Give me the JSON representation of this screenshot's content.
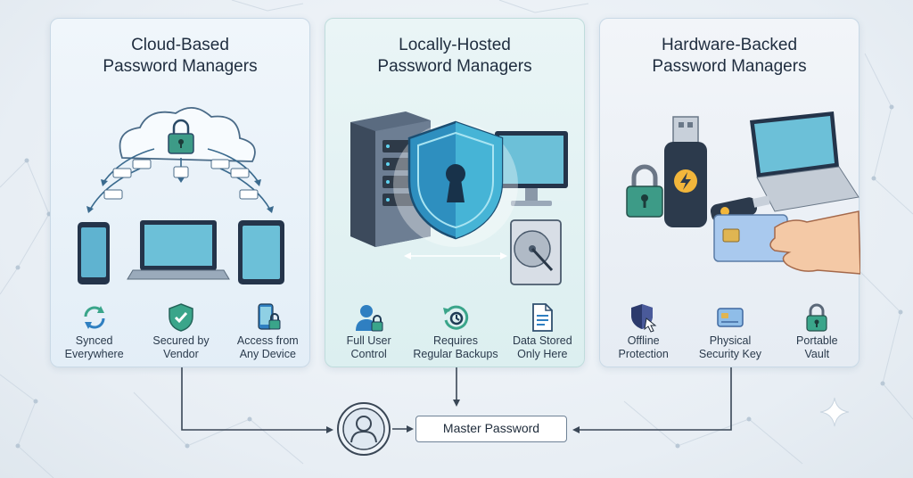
{
  "panels": [
    {
      "title_line1": "Cloud-Based",
      "title_line2": "Password Managers",
      "features": [
        {
          "icon": "sync-icon",
          "line1": "Synced",
          "line2": "Everywhere"
        },
        {
          "icon": "shield-check-icon",
          "line1": "Secured by",
          "line2": "Vendor"
        },
        {
          "icon": "phone-lock-icon",
          "line1": "Access from",
          "line2": "Any Device"
        }
      ]
    },
    {
      "title_line1": "Locally-Hosted",
      "title_line2": "Password Managers",
      "features": [
        {
          "icon": "user-lock-icon",
          "line1": "Full User",
          "line2": "Control"
        },
        {
          "icon": "backup-icon",
          "line1": "Requires",
          "line2": "Regular Backups"
        },
        {
          "icon": "document-icon",
          "line1": "Data Stored",
          "line2": "Only Here"
        }
      ]
    },
    {
      "title_line1": "Hardware-Backed",
      "title_line2": "Password Managers",
      "features": [
        {
          "icon": "offline-shield-icon",
          "line1": "Offline",
          "line2": "Protection"
        },
        {
          "icon": "security-card-icon",
          "line1": "Physical",
          "line2": "Security Key"
        },
        {
          "icon": "padlock-icon",
          "line1": "Portable",
          "line2": "Vault"
        }
      ]
    }
  ],
  "master_password": "Master Password",
  "colors": {
    "accent_blue": "#2f7fc1",
    "accent_teal": "#3fa9a8",
    "connector": "#3a4756",
    "shield": "#2e8fbf"
  }
}
